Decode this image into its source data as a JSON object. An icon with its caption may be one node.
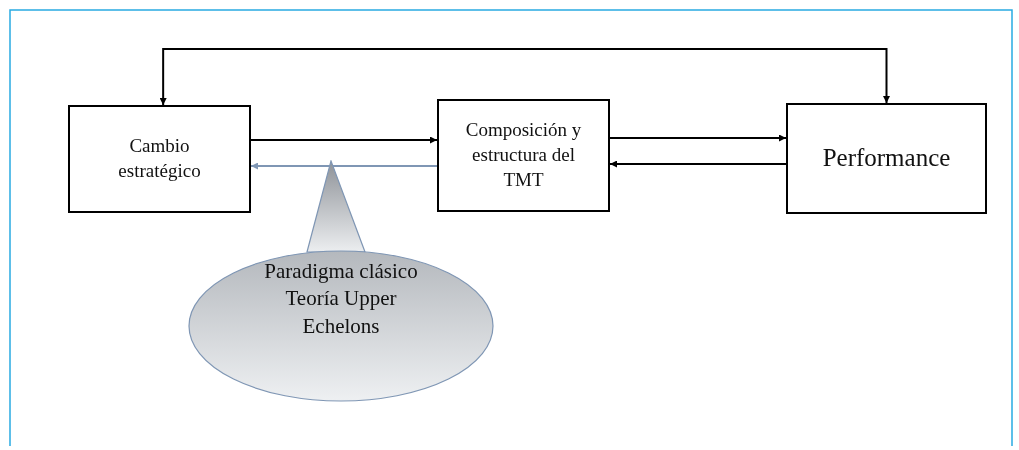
{
  "diagram": {
    "nodes": [
      {
        "text": [
          "Cambio estratégico"
        ]
      },
      {
        "text": [
          "Composición y estructura del TMT"
        ]
      },
      {
        "text": [
          "Performance"
        ]
      },
      {
        "text": [
          "Paradigma clásico Teoría Upper Echelons"
        ]
      }
    ],
    "edges": [
      {
        "from": 0,
        "to": 1,
        "arrow": "to"
      },
      {
        "from": 1,
        "to": 0,
        "arrow": "to",
        "color": "#7f96b4"
      },
      {
        "from": 1,
        "to": 2,
        "arrow": "to"
      },
      {
        "from": 2,
        "to": 1,
        "arrow": "to"
      },
      {
        "from": 0,
        "to": 2,
        "arrow": "both"
      }
    ]
  }
}
